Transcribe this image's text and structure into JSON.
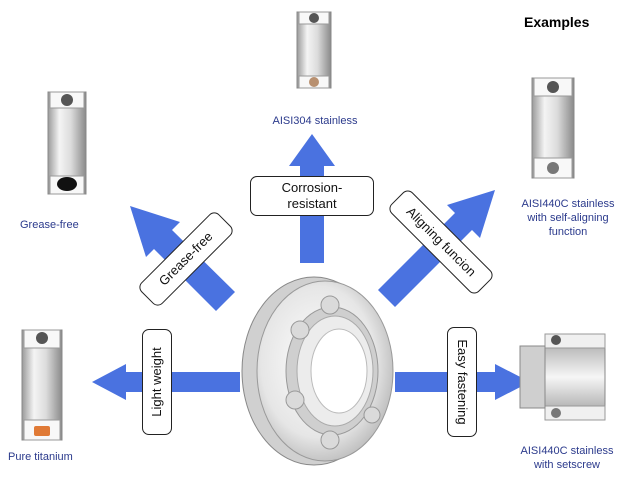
{
  "title": "Examples",
  "center_product": "bearing",
  "arrow_color": "#4a72e0",
  "label_color": "#2b3a8c",
  "features": [
    {
      "id": "corrosion",
      "label": "Corrosion-\nresistant",
      "example": "AISI304 stainless"
    },
    {
      "id": "grease",
      "label": "Grease-free",
      "example": "Grease-free"
    },
    {
      "id": "aligning",
      "label": "Aligning funcion",
      "example": "AISI440C stainless\nwith self-aligning\nfunction"
    },
    {
      "id": "light",
      "label": "Light weight",
      "example": "Pure titanium"
    },
    {
      "id": "fastening",
      "label": "Easy fastening",
      "example": "AISI440C stainless\nwith setscrew"
    }
  ]
}
